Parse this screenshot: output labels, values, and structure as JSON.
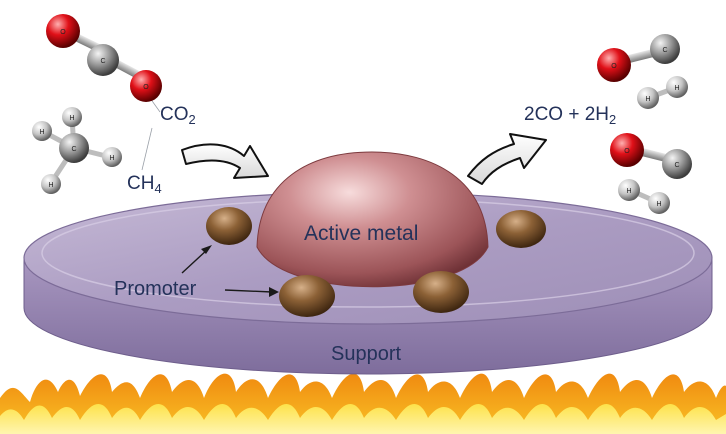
{
  "labels": {
    "co2": {
      "main": "CO",
      "sub": "2"
    },
    "ch4": {
      "main": "CH",
      "sub": "4"
    },
    "products": {
      "part1": "2CO + 2H",
      "sub": "2"
    },
    "active_metal": "Active metal",
    "promoter": "Promoter",
    "support": "Support"
  },
  "colors": {
    "text": "#24325a",
    "carbon": "#8a8a8a",
    "oxygen": "#d0101a",
    "hydrogen": "#c8c8c8",
    "active_metal": "#b86a6e",
    "promoter": "#7a5430",
    "support": "#b4a6c8",
    "flame_outer": "#f7b318",
    "flame_inner": "#fde24a"
  }
}
